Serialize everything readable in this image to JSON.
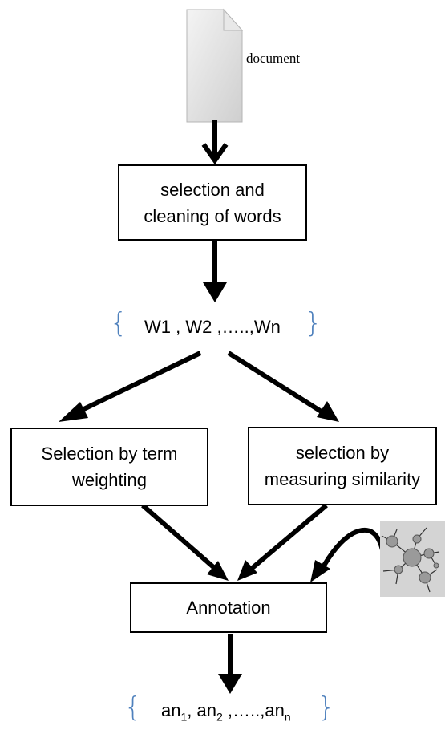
{
  "document_label": "document",
  "boxes": {
    "selection_cleaning": "selection and\ncleaning of words",
    "term_weighting": "Selection by term\nweighting",
    "measuring_similarity": "selection by\nmeasuring similarity",
    "annotation": "Annotation"
  },
  "word_set": {
    "text": "W1 , W2 ,…..,Wn",
    "open_brace": "{",
    "close_brace": "}"
  },
  "annotation_set": {
    "an1_base": "an",
    "an1_sub": "1",
    "sep1": ", ",
    "an2_base": "an",
    "an2_sub": "2",
    "dots": " ,…..,",
    "ann_base": "an",
    "ann_sub": "n",
    "open_brace": "{",
    "close_brace": "}"
  },
  "colors": {
    "arrow": "#000000",
    "brace": "#4f81bd",
    "ontology_bg": "#d4d4d4",
    "ontology_node": "#9a9a9a"
  }
}
